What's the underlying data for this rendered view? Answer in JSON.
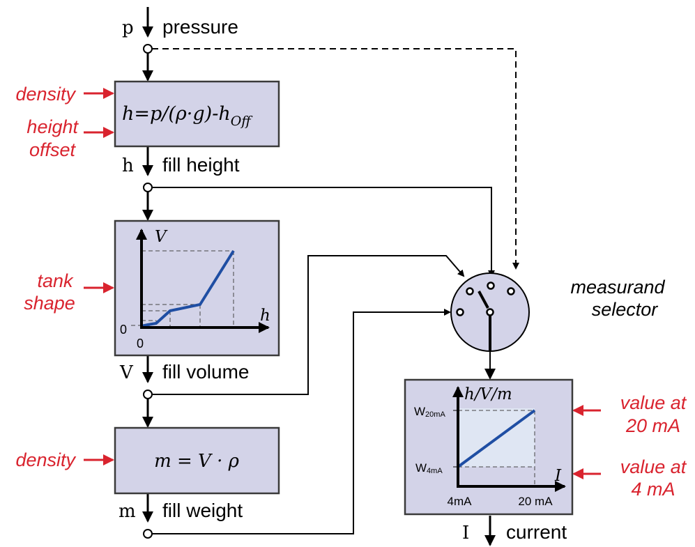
{
  "signals": {
    "pressure": {
      "symbol": "p",
      "label": "pressure"
    },
    "fill_height": {
      "symbol": "h",
      "label": "fill height"
    },
    "fill_volume": {
      "symbol": "V",
      "label": "fill volume"
    },
    "fill_weight": {
      "symbol": "m",
      "label": "fill weight"
    },
    "current": {
      "symbol": "I",
      "label": "current"
    }
  },
  "inputs": {
    "density_1": "density",
    "height_offset_line1": "height",
    "height_offset_line2": "offset",
    "tank_shape_line1": "tank",
    "tank_shape_line2": "shape",
    "density_2": "density",
    "value_20_line1": "value at",
    "value_20_line2": "20 mA",
    "value_4_line1": "value at",
    "value_4_line2": "4 mA"
  },
  "blocks": {
    "height_formula": {
      "main": "h=p/(ρ·g)-h",
      "subscript": "Off"
    },
    "weight_formula": "m = V · ρ",
    "tank_chart": {
      "y_axis": "V",
      "x_axis": "h",
      "origin_x": "0",
      "origin_y": "0"
    },
    "output_chart": {
      "y_axis": "h/V/m",
      "x_axis": "I",
      "w20_main": "W",
      "w20_sub": "20mA",
      "w4_main": "W",
      "w4_sub": "4mA",
      "tick_4": "4mA",
      "tick_20": "20 mA"
    }
  },
  "selector": {
    "line1": "measurand",
    "line2": "selector"
  },
  "colors": {
    "input_red": "#d9232e",
    "block_fill": "#d3d3e8",
    "curve_blue": "#1f4ea3"
  }
}
